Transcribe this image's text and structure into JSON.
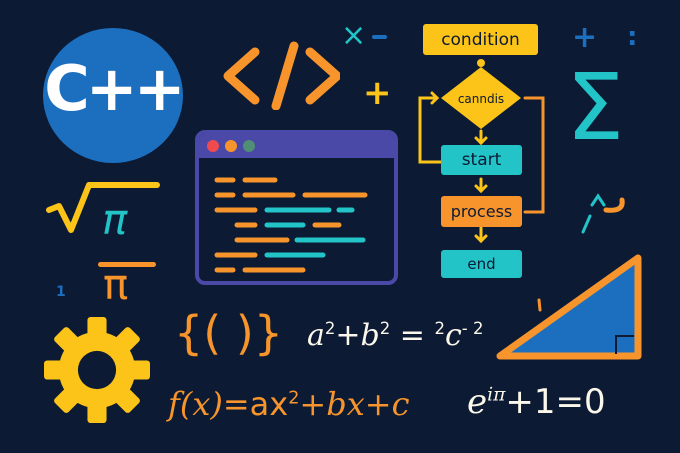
{
  "colors": {
    "background": "#0c1a33",
    "blue": "#1c6fbf",
    "orange": "#f7952c",
    "yellow": "#fcc419",
    "teal": "#22c4c8",
    "purple": "#4b49a8",
    "white": "#fbf7ea",
    "dot_red": "#ef4b4f",
    "dot_orange": "#f7952c",
    "dot_green": "#4f8f74"
  },
  "logo": {
    "text": "C++"
  },
  "code_tag": {
    "text": "</>"
  },
  "symbols": {
    "times": "×",
    "minus": "−",
    "plus_yellow": "+",
    "plus_blue": "+",
    "colon": ":",
    "sigma": "Σ",
    "sqrt_pi": "π",
    "pi_orange": "π",
    "one_blue": "1",
    "braces": "{( )}"
  },
  "flowchart": {
    "condition_label": "condition",
    "decision_label": "canndis",
    "start_label": "start",
    "process_label": "process",
    "end_label": "end"
  },
  "equations": {
    "pythagoras": {
      "a": "a",
      "b": "b",
      "c": "c",
      "exp": "2",
      "plus": "+",
      "equals": "=",
      "tail": "- 2"
    },
    "quadratic": {
      "lhs": "f(x)",
      "equals": "=",
      "rhs1": "ax",
      "exp": "2",
      "rhs2": "+bx+c"
    },
    "euler": {
      "base": "e",
      "exp": "iπ",
      "rest": "+1=0"
    }
  }
}
